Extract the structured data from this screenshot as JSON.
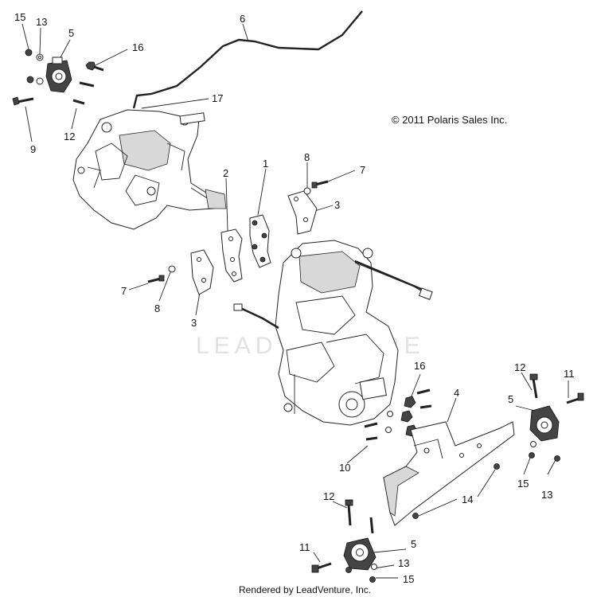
{
  "copyright": "© 2011 Polaris Sales Inc.",
  "footer": "Rendered by LeadVenture, Inc.",
  "watermark": "LEADVENTURE",
  "callouts": {
    "c15a": "15",
    "c13a": "13",
    "c5a": "5",
    "c16a": "16",
    "c6": "6",
    "c17": "17",
    "c9": "9",
    "c12a": "12",
    "c2": "2",
    "c1": "1",
    "c8a": "8",
    "c7a": "7",
    "c3a": "3",
    "c7b": "7",
    "c8b": "8",
    "c3b": "3",
    "c16b": "16",
    "c4": "4",
    "c12b": "12",
    "c11a": "11",
    "c5b": "5",
    "c10": "10",
    "c15b": "15",
    "c13b": "13",
    "c14": "14",
    "c12c": "12",
    "c11b": "11",
    "c5c": "5",
    "c13c": "13",
    "c15c": "15"
  }
}
